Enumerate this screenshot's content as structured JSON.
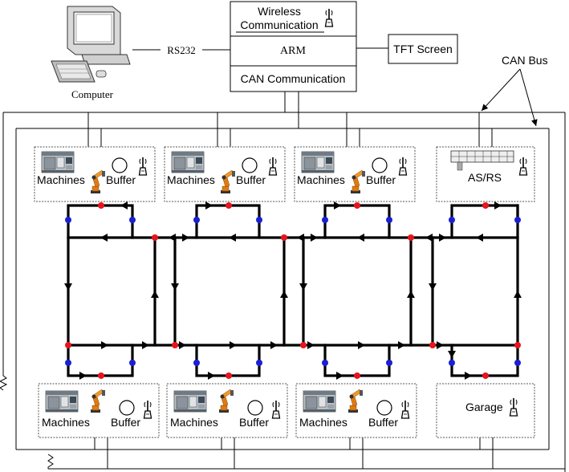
{
  "top": {
    "computer_label": "Computer",
    "rs232_label": "RS232",
    "wireless_label_line1": "Wireless",
    "wireless_label_line2": "Communication",
    "arm_label": "ARM",
    "can_comm_label": "CAN Communication",
    "tft_label": "TFT Screen",
    "can_bus_label": "CAN Bus"
  },
  "stations": {
    "machines_label": "Machines",
    "buffer_label": "Buffer",
    "asrs_label": "AS/RS",
    "garage_label": "Garage"
  },
  "colors": {
    "track": "#000000",
    "red_node": "#e8141c",
    "blue_node": "#1a1fd6",
    "box_border": "#555555",
    "robot_orange": "#e07b12"
  },
  "icons": [
    "computer-icon",
    "antenna-icon",
    "cnc-machine-icon",
    "robot-arm-icon",
    "buffer-circle-icon",
    "asrs-rack-icon",
    "resistor-icon"
  ]
}
